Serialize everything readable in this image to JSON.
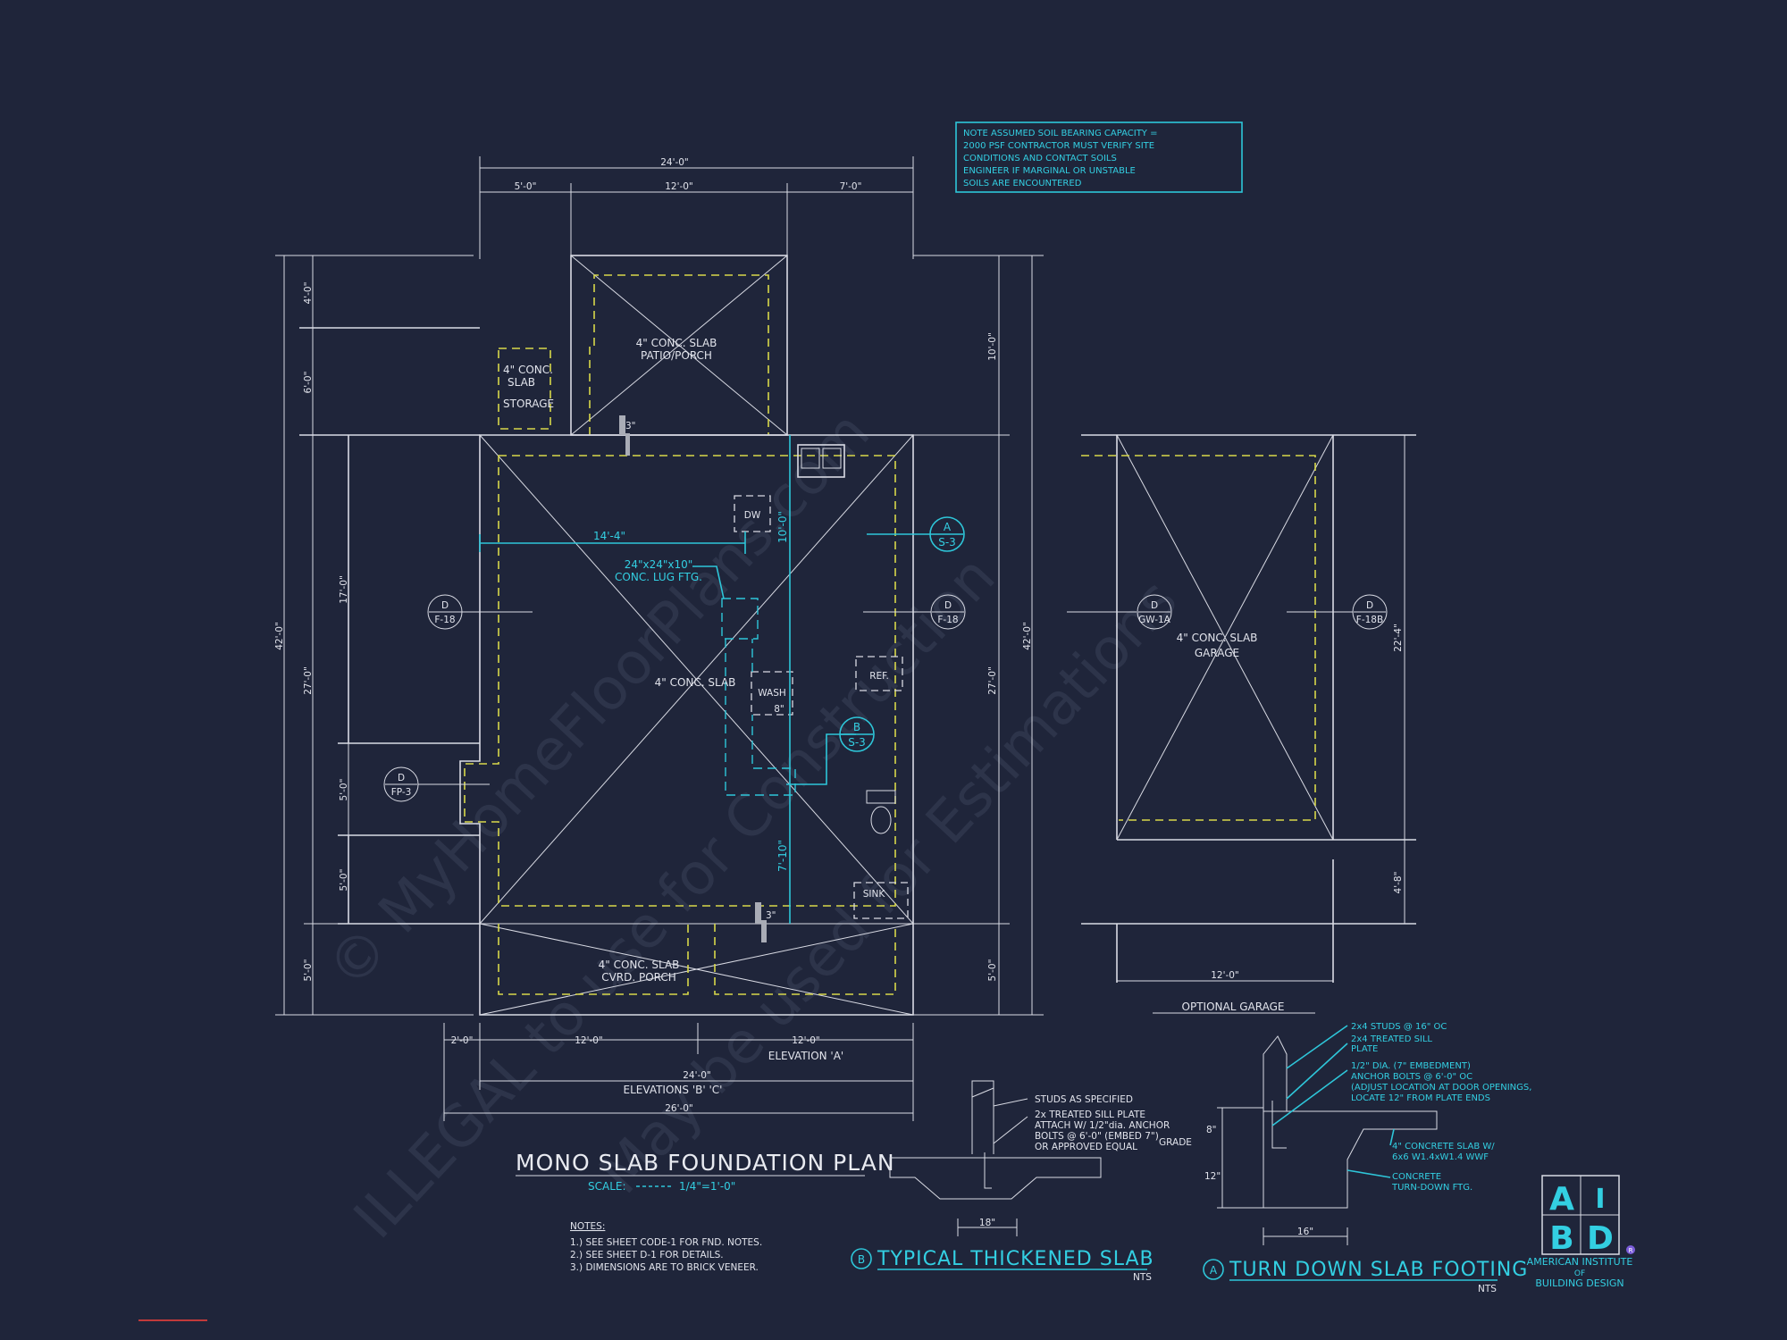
{
  "note": {
    "lines": [
      "NOTE ASSUMED SOIL BEARING CAPACITY =",
      "2000 PSF CONTRACTOR MUST VERIFY SITE",
      "CONDITIONS AND CONTACT SOILS",
      "ENGINEER IF MARGINAL OR UNSTABLE",
      "SOILS ARE ENCOUNTERED"
    ]
  },
  "dims": {
    "top_total": "24'-0\"",
    "top_a": "5'-0\"",
    "top_b": "12'-0\"",
    "top_c": "7'-0\"",
    "left_a": "4'-0\"",
    "left_b": "6'-0\"",
    "left_total": "42'-0\"",
    "left_c": "27'-0\"",
    "left_d": "5'-0\"",
    "inner_a": "17'-0\"",
    "inner_b": "5'-0\"",
    "inner_c": "5'-0\"",
    "right_a": "10'-0\"",
    "right_total": "42'-0\"",
    "right_b": "27'-0\"",
    "right_c": "5'-0\"",
    "bottom_a": "2'-0\"",
    "bottom_b": "12'-0\"",
    "bottom_c": "12'-0\"",
    "elev_a": "ELEVATION 'A'",
    "bottom_total": "24'-0\"",
    "elev_bc": "ELEVATIONS 'B' 'C'",
    "bottom_total2": "26'-0\"",
    "interior_14": "14'-4\"",
    "interior_10": "10'-0\"",
    "interior_7": "7'-10\"",
    "step_3a": "3\"",
    "step_3b": "3\"",
    "garage_width": "12'-0\"",
    "garage_side": "22'-4\"",
    "garage_side2": "4'-8\""
  },
  "labels": {
    "patio": [
      "4\" CONC. SLAB",
      "PATIO/PORCH"
    ],
    "storage": [
      "4\" CONC.",
      "SLAB",
      "STORAGE"
    ],
    "main_slab": "4\" CONC. SLAB",
    "cvrd_porch": [
      "4\" CONC. SLAB",
      "CVRD. PORCH"
    ],
    "dw": "DW",
    "wash": "WASH",
    "wash_dim": "8\"",
    "ref": "REF.",
    "sink": "SINK",
    "lug": [
      "24\"x24\"x10\"",
      "CONC. LUG FTG."
    ],
    "garage_slab": [
      "4\" CONC. SLAB",
      "GARAGE"
    ],
    "optional_garage": "OPTIONAL GARAGE"
  },
  "callouts": {
    "d_f18_left": [
      "D",
      "F-18"
    ],
    "d_f18_right": [
      "D",
      "F-18"
    ],
    "d_fp3": [
      "D",
      "FP-3"
    ],
    "a_s3": [
      "A",
      "S-3"
    ],
    "b_s3": [
      "B",
      "S-3"
    ],
    "d_gw1a": [
      "D",
      "GW-1A"
    ],
    "d_f18b": [
      "D",
      "F-18B"
    ]
  },
  "title": {
    "main": "MONO SLAB FOUNDATION PLAN",
    "scale_label": "SCALE:",
    "scale_value": "1/4\"=1'-0\""
  },
  "notes": {
    "heading": "NOTES:",
    "items": [
      "1.) SEE SHEET CODE-1 FOR FND. NOTES.",
      "2.) SEE SHEET D-1 FOR DETAILS.",
      "3.) DIMENSIONS ARE TO BRICK VENEER."
    ]
  },
  "detail_b": {
    "letter": "B",
    "title": "TYPICAL THICKENED SLAB",
    "nts": "NTS",
    "studs": "STUDS AS SPECIFIED",
    "plate": [
      "2x TREATED SILL PLATE",
      "ATTACH W/ 1/2\"dia. ANCHOR",
      "BOLTS @ 6'-0\" (EMBED 7\")",
      "OR APPROVED EQUAL"
    ],
    "width": "18\""
  },
  "detail_a": {
    "letter": "A",
    "title": "TURN DOWN SLAB FOOTING",
    "nts": "NTS",
    "studs": "2x4 STUDS @ 16\" OC",
    "plate": [
      "2x4 TREATED SILL",
      "PLATE"
    ],
    "bolts": [
      "1/2\" DIA. (7\" EMBEDMENT)",
      "ANCHOR BOLTS @ 6'-0\" OC",
      "(ADJUST LOCATION AT DOOR OPENINGS,",
      "LOCATE 12\" FROM PLATE ENDS"
    ],
    "slab": [
      "4\" CONCRETE SLAB W/",
      "6x6 W1.4xW1.4 WWF"
    ],
    "turndown": [
      "CONCRETE",
      "TURN-DOWN FTG."
    ],
    "grade": "GRADE",
    "d8": "8\"",
    "d12": "12\"",
    "d16": "16\""
  },
  "logo": {
    "letters": [
      "A",
      "I",
      "B",
      "D"
    ],
    "reg": "R",
    "lines": [
      "AMERICAN INSTITUTE",
      "OF",
      "BUILDING DESIGN"
    ]
  },
  "watermark": {
    "line1": "© MyHomeFloorPlans.com",
    "line2": "ILLEGAL to use for Construction",
    "line3": "May be used for Estimations"
  }
}
